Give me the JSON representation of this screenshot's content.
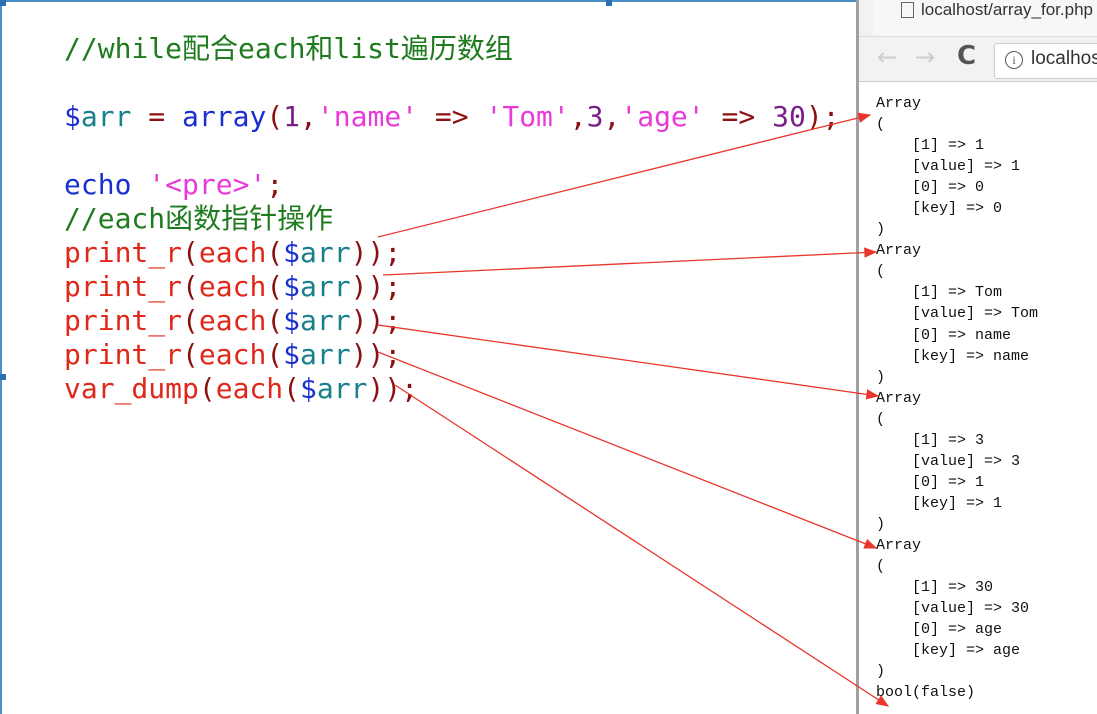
{
  "editor": {
    "lines": [
      [
        {
          "t": "//while配合each和list遍历数组",
          "c": "cm"
        }
      ],
      [],
      [
        {
          "t": "$",
          "c": "dol"
        },
        {
          "t": "arr",
          "c": "var"
        },
        {
          "t": " = ",
          "c": "op"
        },
        {
          "t": "array",
          "c": "kw"
        },
        {
          "t": "(",
          "c": "op"
        },
        {
          "t": "1",
          "c": "num"
        },
        {
          "t": ",",
          "c": "op"
        },
        {
          "t": "'name'",
          "c": "str"
        },
        {
          "t": " => ",
          "c": "op"
        },
        {
          "t": "'Tom'",
          "c": "str"
        },
        {
          "t": ",",
          "c": "op"
        },
        {
          "t": "3",
          "c": "num"
        },
        {
          "t": ",",
          "c": "op"
        },
        {
          "t": "'age'",
          "c": "str"
        },
        {
          "t": " => ",
          "c": "op"
        },
        {
          "t": "30",
          "c": "num"
        },
        {
          "t": ");",
          "c": "op"
        }
      ],
      [],
      [
        {
          "t": "echo",
          "c": "kw"
        },
        {
          "t": " ",
          "c": "pun"
        },
        {
          "t": "'<pre>'",
          "c": "str"
        },
        {
          "t": ";",
          "c": "op"
        }
      ],
      [
        {
          "t": "//each函数指针操作",
          "c": "cm"
        }
      ],
      [
        {
          "t": "print_r",
          "c": "fn"
        },
        {
          "t": "(",
          "c": "op"
        },
        {
          "t": "each",
          "c": "fn"
        },
        {
          "t": "(",
          "c": "op"
        },
        {
          "t": "$",
          "c": "dol"
        },
        {
          "t": "arr",
          "c": "var"
        },
        {
          "t": "));",
          "c": "op"
        }
      ],
      [
        {
          "t": "print_r",
          "c": "fn"
        },
        {
          "t": "(",
          "c": "op"
        },
        {
          "t": "each",
          "c": "fn"
        },
        {
          "t": "(",
          "c": "op"
        },
        {
          "t": "$",
          "c": "dol"
        },
        {
          "t": "arr",
          "c": "var"
        },
        {
          "t": "));",
          "c": "op"
        }
      ],
      [
        {
          "t": "print_r",
          "c": "fn"
        },
        {
          "t": "(",
          "c": "op"
        },
        {
          "t": "each",
          "c": "fn"
        },
        {
          "t": "(",
          "c": "op"
        },
        {
          "t": "$",
          "c": "dol"
        },
        {
          "t": "arr",
          "c": "var"
        },
        {
          "t": "));",
          "c": "op"
        }
      ],
      [
        {
          "t": "print_r",
          "c": "fn"
        },
        {
          "t": "(",
          "c": "op"
        },
        {
          "t": "each",
          "c": "fn"
        },
        {
          "t": "(",
          "c": "op"
        },
        {
          "t": "$",
          "c": "dol"
        },
        {
          "t": "arr",
          "c": "var"
        },
        {
          "t": "));",
          "c": "op"
        }
      ],
      [
        {
          "t": "var_dump",
          "c": "fn"
        },
        {
          "t": "(",
          "c": "op"
        },
        {
          "t": "each",
          "c": "fn"
        },
        {
          "t": "(",
          "c": "op"
        },
        {
          "t": "$",
          "c": "dol"
        },
        {
          "t": "arr",
          "c": "var"
        },
        {
          "t": "));",
          "c": "op"
        }
      ]
    ]
  },
  "browser": {
    "tab_title": "localhost/array_for.php",
    "url": "localhost",
    "back_icon": "←",
    "forward_icon": "→",
    "reload_icon": "C",
    "info_icon": "i",
    "output_lines": [
      "Array",
      "(",
      "    [1] => 1",
      "    [value] => 1",
      "    [0] => 0",
      "    [key] => 0",
      ")",
      "Array",
      "(",
      "    [1] => Tom",
      "    [value] => Tom",
      "    [0] => name",
      "    [key] => name",
      ")",
      "Array",
      "(",
      "    [1] => 3",
      "    [value] => 3",
      "    [0] => 1",
      "    [key] => 1",
      ")",
      "Array",
      "(",
      "    [1] => 30",
      "    [value] => 30",
      "    [0] => age",
      "    [key] => age",
      ")",
      "bool(false)"
    ]
  },
  "annotation": {
    "arrow_color": "#e8362a"
  }
}
